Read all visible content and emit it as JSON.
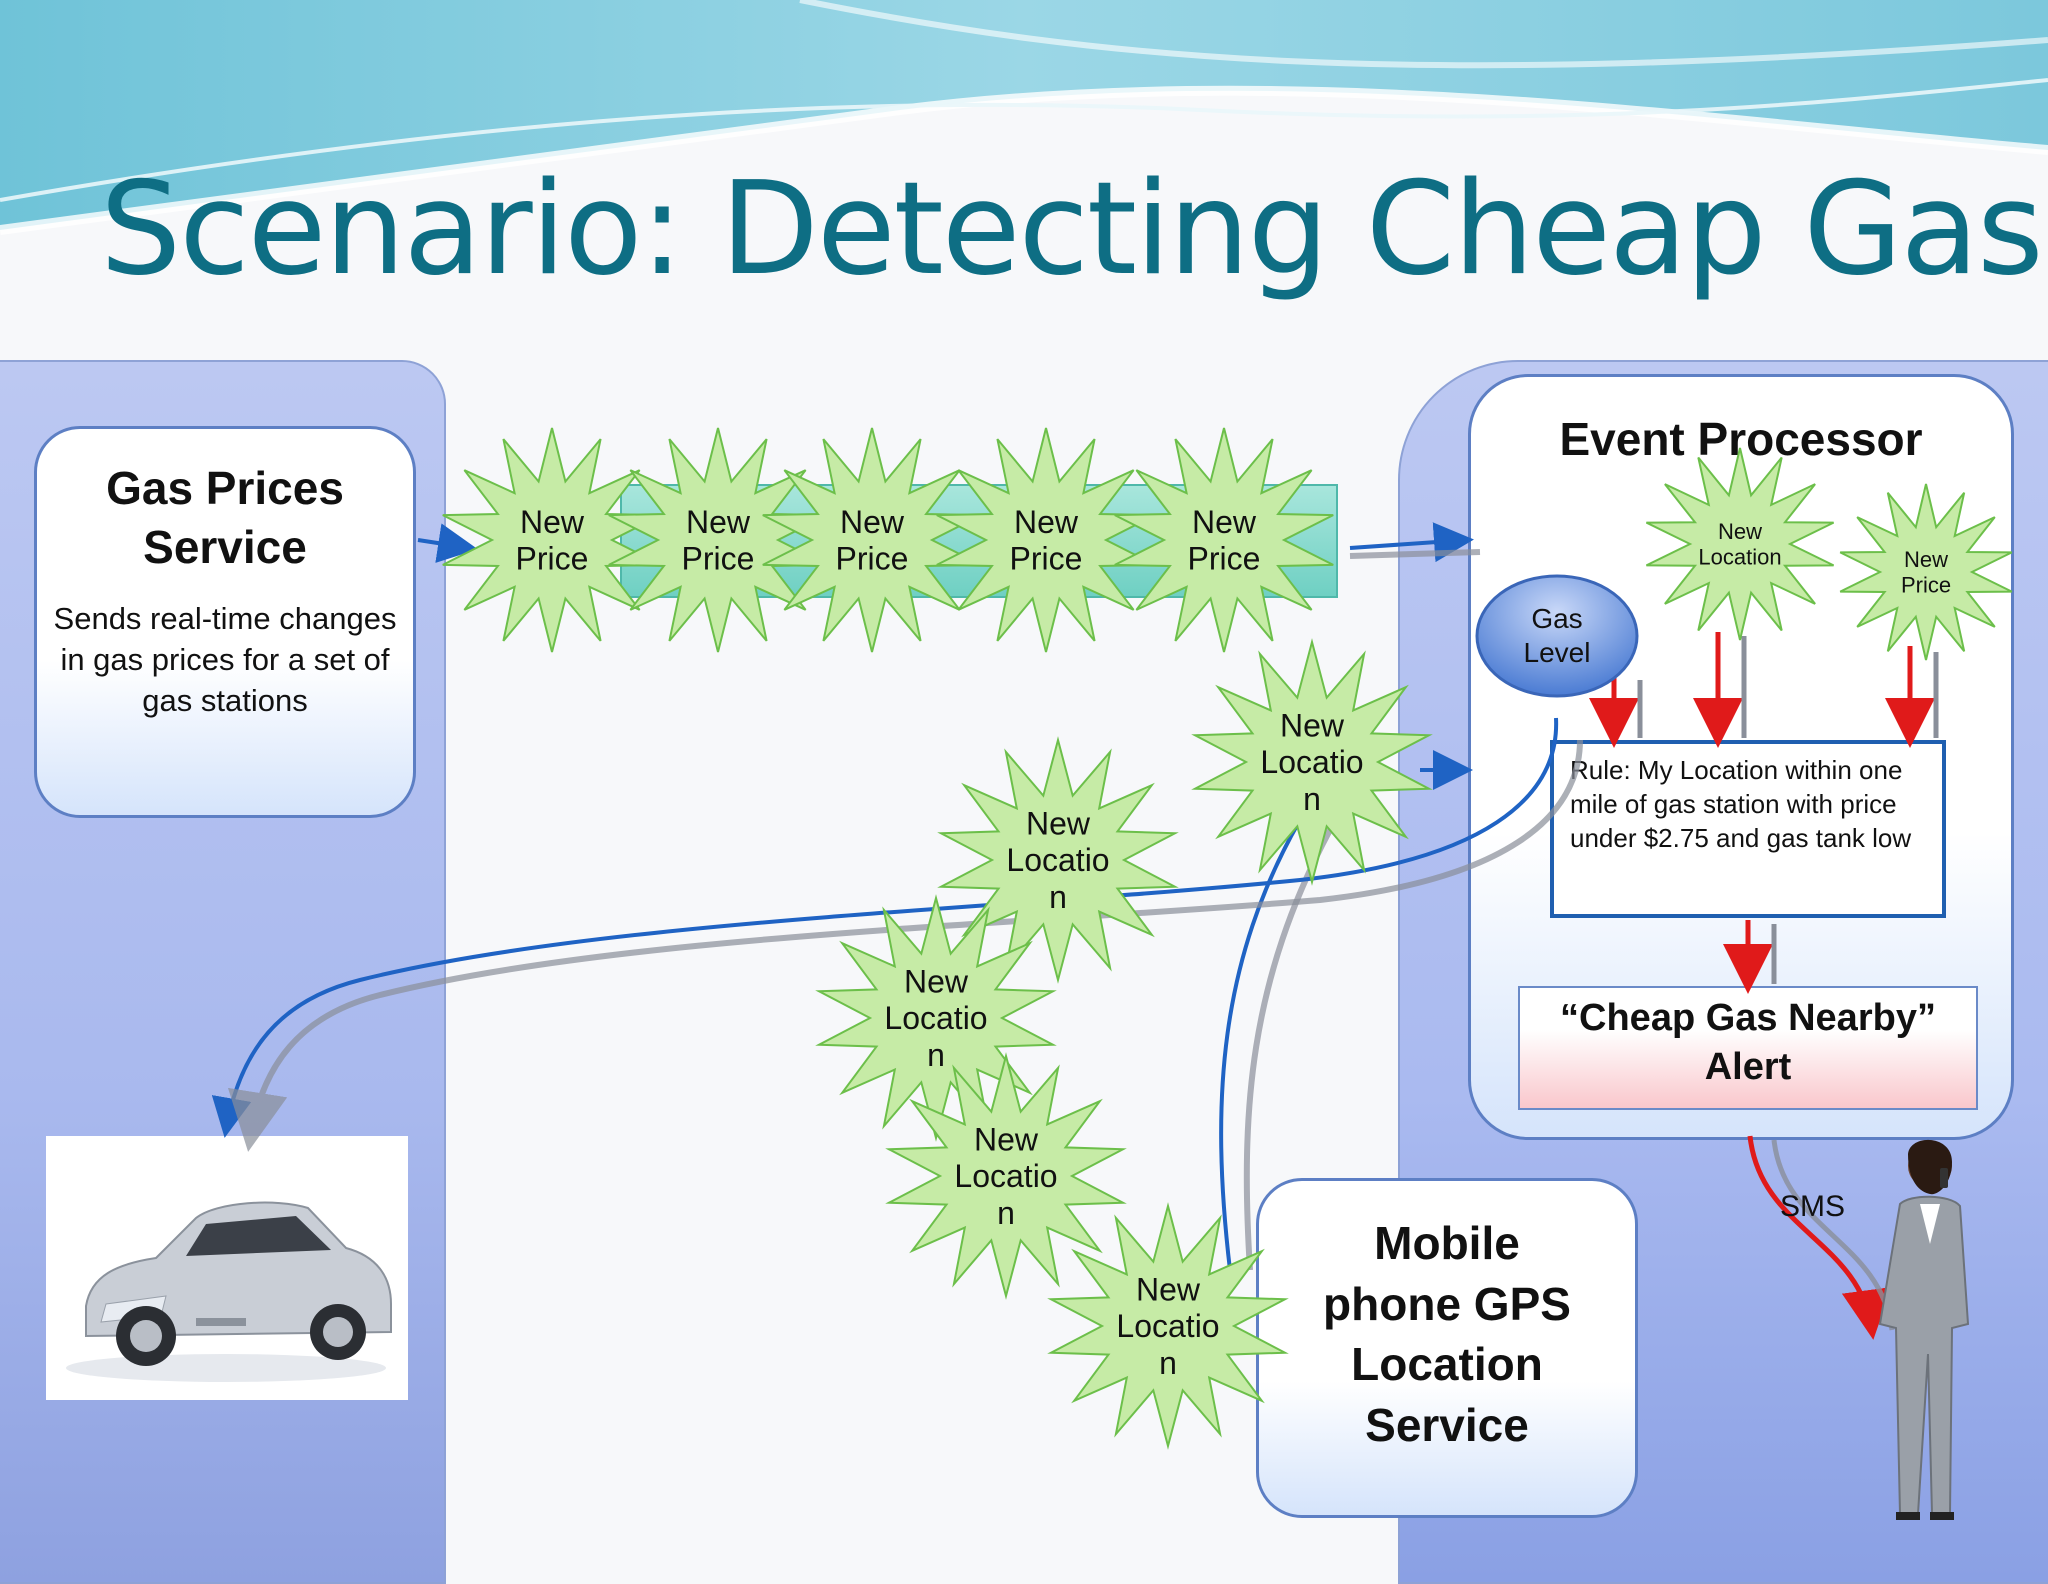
{
  "title": "Scenario: Detecting Cheap Gas",
  "gas_prices_service": {
    "title_line1": "Gas Prices",
    "title_line2": "Service",
    "description": "Sends real-time changes in gas prices for a set of gas stations"
  },
  "event_processor": {
    "title": "Event Processor",
    "gas_level": {
      "line1": "Gas",
      "line2": "Level"
    },
    "incoming_location": {
      "line1": "New",
      "line2": "Location"
    },
    "incoming_price": {
      "line1": "New",
      "line2": "Price"
    },
    "rule": "Rule: My Location within one mile of gas station with price under $2.75 and gas tank low",
    "alert_line1": "“Cheap Gas Nearby”",
    "alert_line2": "Alert"
  },
  "price_events": [
    {
      "line1": "New",
      "line2": "Price"
    },
    {
      "line1": "New",
      "line2": "Price"
    },
    {
      "line1": "New",
      "line2": "Price"
    },
    {
      "line1": "New",
      "line2": "Price"
    },
    {
      "line1": "New",
      "line2": "Price"
    }
  ],
  "location_events": [
    {
      "line1": "New",
      "line2": "Locatio",
      "line3": "n"
    },
    {
      "line1": "New",
      "line2": "Locatio",
      "line3": "n"
    },
    {
      "line1": "New",
      "line2": "Locatio",
      "line3": "n"
    },
    {
      "line1": "New",
      "line2": "Locatio",
      "line3": "n"
    },
    {
      "line1": "New",
      "line2": "Locatio",
      "line3": "n"
    }
  ],
  "gps_service": {
    "line1": "Mobile",
    "line2": "phone GPS",
    "line3": "Location",
    "line4": "Service"
  },
  "sms_label": "SMS",
  "colors": {
    "title": "#0e6e84",
    "starburst_fill": "#c6eba6",
    "starburst_stroke": "#6cbf4a",
    "blue_arrow": "#1f63c4",
    "red_arrow": "#e01a1a",
    "panel": "#aebcf0"
  }
}
